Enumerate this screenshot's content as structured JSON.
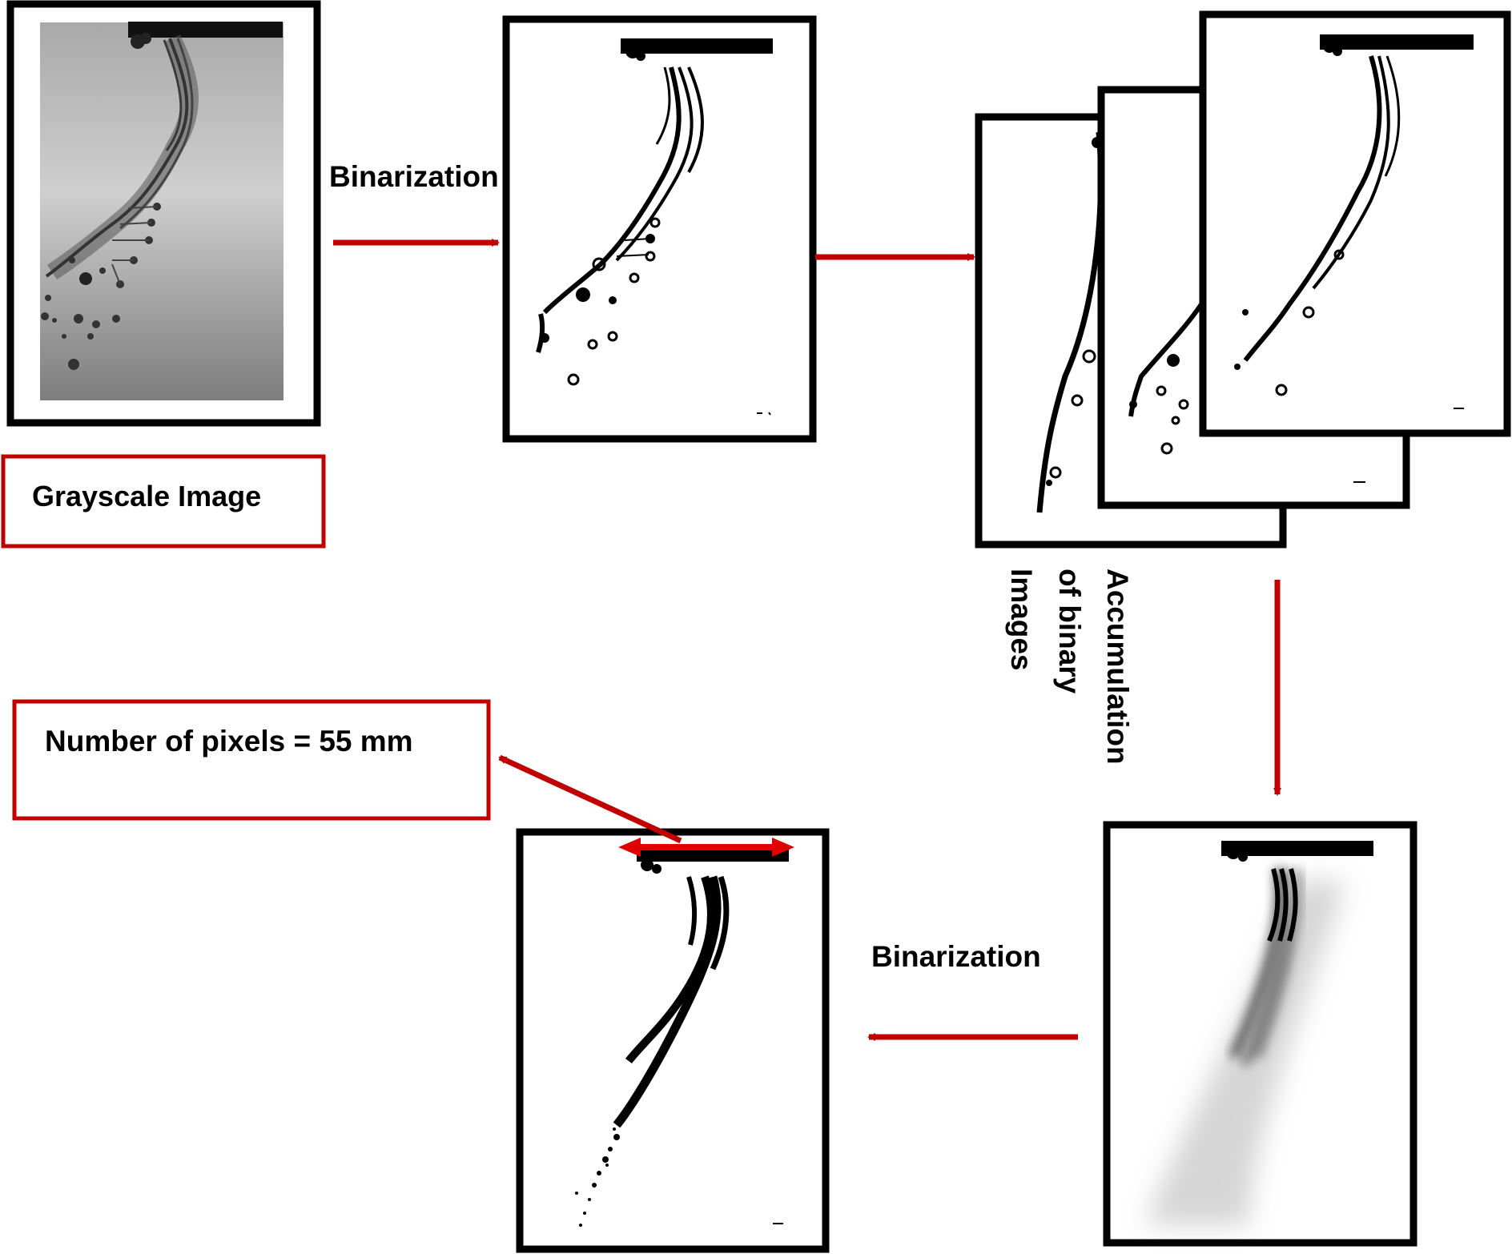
{
  "labels": {
    "grayscale": "Grayscale Image",
    "binarization_1": "Binarization",
    "accumulation": "Accumulation of binary Images",
    "accumulation_lines": [
      "Accumulation",
      "of binary",
      "Images"
    ],
    "binarization_2": "Binarization",
    "measurement": "Number of pixels = 55 mm"
  },
  "colors": {
    "arrow": "#c00000",
    "frame": "#000000",
    "label_border": "#c00000",
    "measure_arrow": "#e00000"
  }
}
